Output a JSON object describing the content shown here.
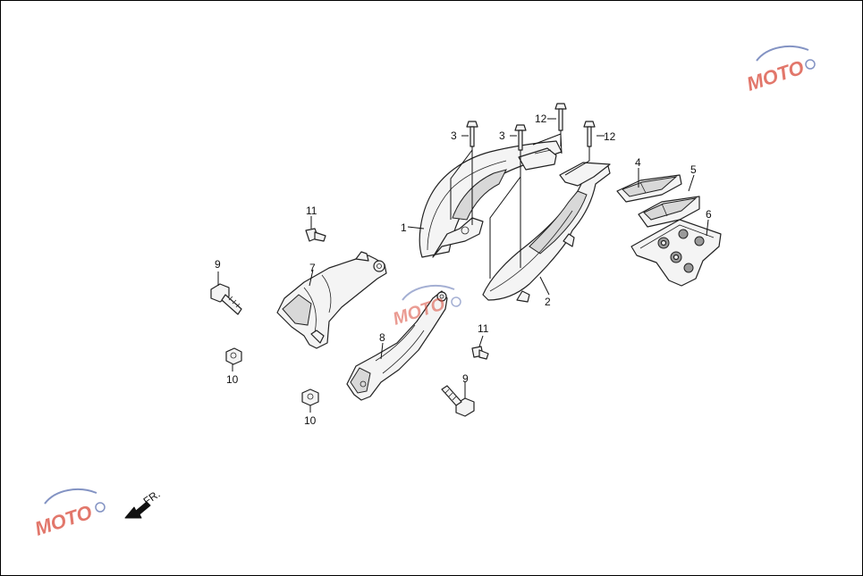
{
  "callouts": {
    "c1": "1",
    "c2": "2",
    "c3a": "3",
    "c3b": "3",
    "c4": "4",
    "c5": "5",
    "c6": "6",
    "c7": "7",
    "c8": "8",
    "c9a": "9",
    "c9b": "9",
    "c10a": "10",
    "c10b": "10",
    "c11a": "11",
    "c11b": "11",
    "c12a": "12",
    "c12b": "12"
  },
  "direction_label": "FR.",
  "icons": {
    "front_arrow": "arrow-down-left-icon",
    "watermark": "moto-logo-icon"
  },
  "colors": {
    "line": "#222222",
    "watermark_red": "#d94a3a",
    "watermark_blue": "#5a6fb0"
  }
}
